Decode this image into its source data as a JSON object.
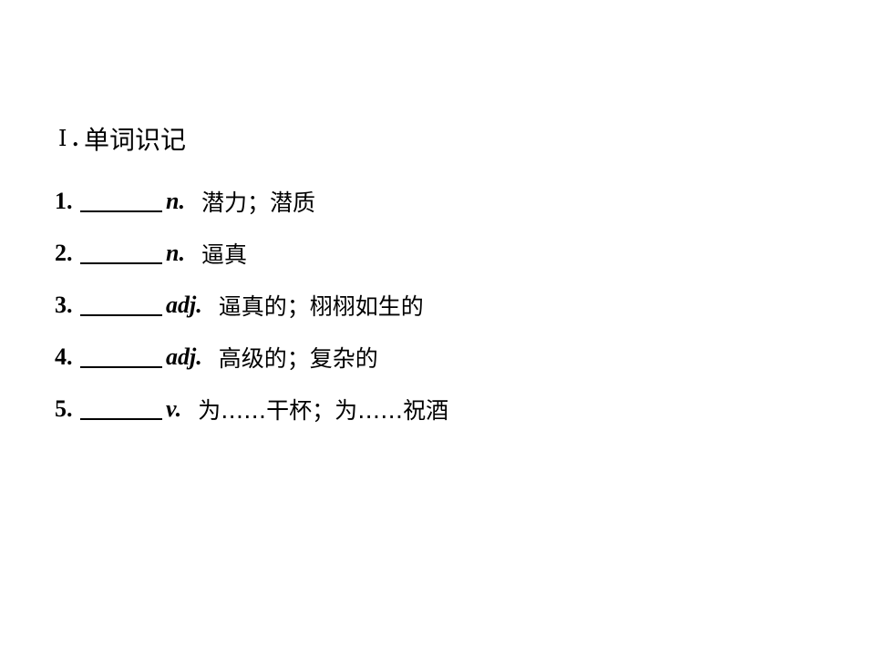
{
  "heading": {
    "roman": "Ⅰ",
    "dot": ".",
    "title": "单词识记"
  },
  "items": [
    {
      "number": "1.",
      "pos": "n.",
      "meaning": "潜力；潜质"
    },
    {
      "number": "2.",
      "pos": "n.",
      "meaning": "逼真"
    },
    {
      "number": "3.",
      "pos": "adj.",
      "meaning": "逼真的；栩栩如生的"
    },
    {
      "number": "4.",
      "pos": "adj.",
      "meaning": "高级的；复杂的"
    },
    {
      "number": "5.",
      "pos": "v.",
      "meaning": "为……干杯；为……祝酒"
    }
  ]
}
